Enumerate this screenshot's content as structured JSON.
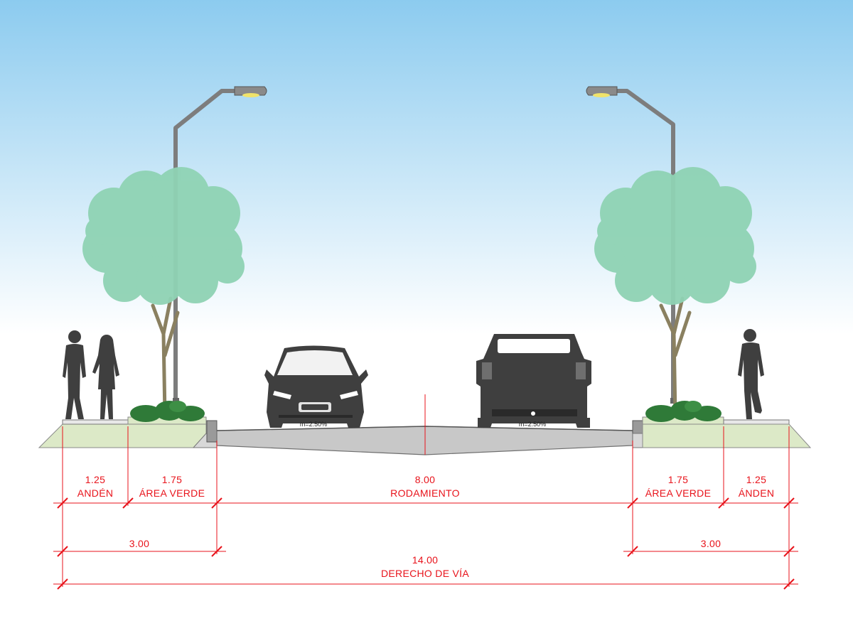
{
  "colors": {
    "sky_top": "#8ccbef",
    "sky_bottom": "#ffffff",
    "dimension_red": "#e8131b",
    "green_area": "#dce9c7",
    "asphalt": "#c8c8c8",
    "silhouette": "#3f3f3f",
    "pole": "#7d7d7d",
    "tree_foliage": "#8fd3b4",
    "lamp_light": "#f0e36a"
  },
  "cars": [
    {
      "name": "car-front-icon",
      "slope_label": "m=2.50%"
    },
    {
      "name": "pickup-rear-icon",
      "slope_label": "m=2.50%"
    }
  ],
  "segments": [
    {
      "id": "anden-left",
      "value": "1.25",
      "label": "ANDÉN"
    },
    {
      "id": "area-verde-left",
      "value": "1.75",
      "label": "ÁREA VERDE"
    },
    {
      "id": "rodamiento",
      "value": "8.00",
      "label": "RODAMIENTO"
    },
    {
      "id": "area-verde-right",
      "value": "1.75",
      "label": "ÁREA VERDE"
    },
    {
      "id": "anden-right",
      "value": "1.25",
      "label": "ÁNDEN"
    }
  ],
  "subtotals": [
    {
      "id": "left",
      "value": "3.00"
    },
    {
      "id": "right",
      "value": "3.00"
    }
  ],
  "total": {
    "value": "14.00",
    "label": "DERECHO DE VÍA"
  }
}
